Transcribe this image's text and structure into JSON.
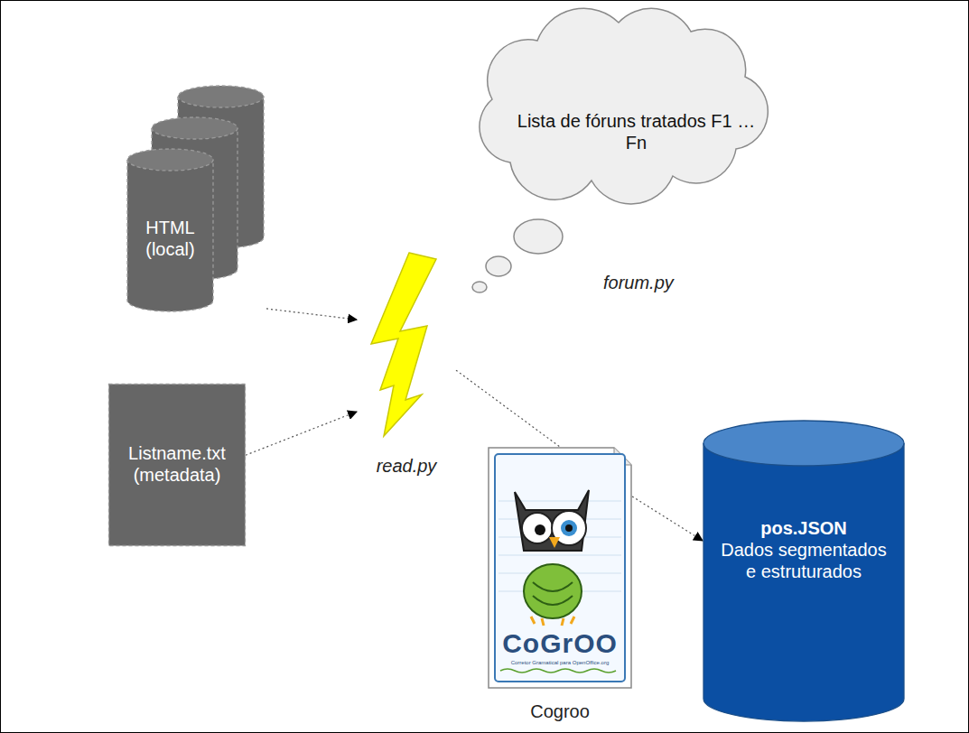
{
  "diagram": {
    "nodes": [
      {
        "text": [
          "HTML (local)"
        ]
      },
      {
        "text": [
          "Listname.txt (metadata)"
        ]
      },
      {
        "text": [
          "Lista de fóruns tratados F1 … Fn"
        ]
      },
      {
        "text": [
          "read.py"
        ]
      },
      {
        "text": [
          "CoGrOO",
          "Corretor Gramatical para OpenOffice.org",
          "Cogroo"
        ]
      },
      {
        "text": [
          "pos.JSON",
          "Dados segmentados e estruturados"
        ]
      }
    ],
    "edges": [
      {
        "from": 0,
        "to": 3,
        "arrow": "to"
      },
      {
        "from": 1,
        "to": 3,
        "arrow": "to"
      },
      {
        "from": 3,
        "to": 4,
        "arrow": "none"
      },
      {
        "from": 4,
        "to": 5,
        "arrow": "to"
      }
    ],
    "labels": [
      "forum.py"
    ]
  }
}
